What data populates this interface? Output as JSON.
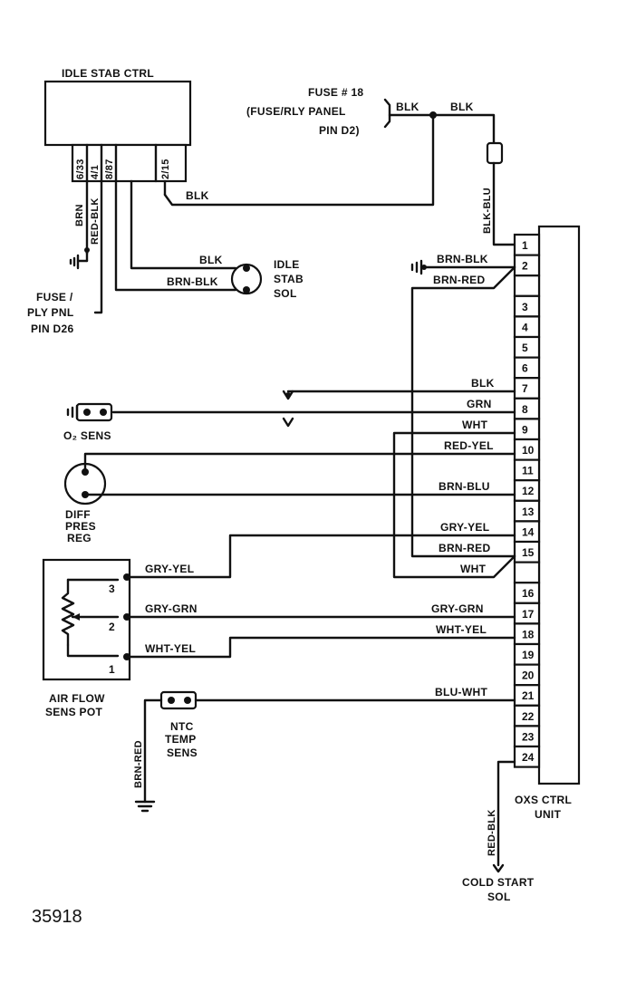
{
  "components": {
    "idle_stab_ctrl": "IDLE STAB CTRL",
    "idle_pins": [
      "6/33",
      "4/1",
      "8/87",
      "2/15"
    ],
    "fuse18": [
      "FUSE # 18",
      "(FUSE/RLY PANEL",
      "PIN D2)"
    ],
    "fuse_ply": [
      "FUSE /",
      "PLY PNL",
      "PIN D26"
    ],
    "idle_stab_sol": [
      "IDLE",
      "STAB",
      "SOL"
    ],
    "o2_sens": "O₂ SENS",
    "diff_pres_reg": [
      "DIFF",
      "PRES",
      "REG"
    ],
    "air_flow": [
      "AIR FLOW",
      "SENS POT"
    ],
    "ntc": [
      "NTC",
      "TEMP",
      "SENS"
    ],
    "oxs_ctrl": [
      "OXS CTRL",
      "UNIT"
    ],
    "cold_start": [
      "COLD START",
      "SOL"
    ],
    "pot_pins": [
      "3",
      "2",
      "1"
    ]
  },
  "wires": {
    "blk": "BLK",
    "blk_blu": "BLK-BLU",
    "brn": "BRN",
    "red_blk": "RED-BLK",
    "brn_blk": "BRN-BLK",
    "brn_red": "BRN-RED",
    "grn": "GRN",
    "wht": "WHT",
    "red_yel": "RED-YEL",
    "brn_blu": "BRN-BLU",
    "gry_yel": "GRY-YEL",
    "gry_grn": "GRY-GRN",
    "wht_yel": "WHT-YEL",
    "blu_wht": "BLU-WHT"
  },
  "oxs_pins": [
    "1",
    "2",
    "",
    "3",
    "4",
    "5",
    "6",
    "7",
    "8",
    "9",
    "10",
    "11",
    "12",
    "13",
    "14",
    "15",
    "",
    "16",
    "17",
    "18",
    "19",
    "20",
    "21",
    "22",
    "23",
    "24"
  ],
  "figure_number": "35918"
}
